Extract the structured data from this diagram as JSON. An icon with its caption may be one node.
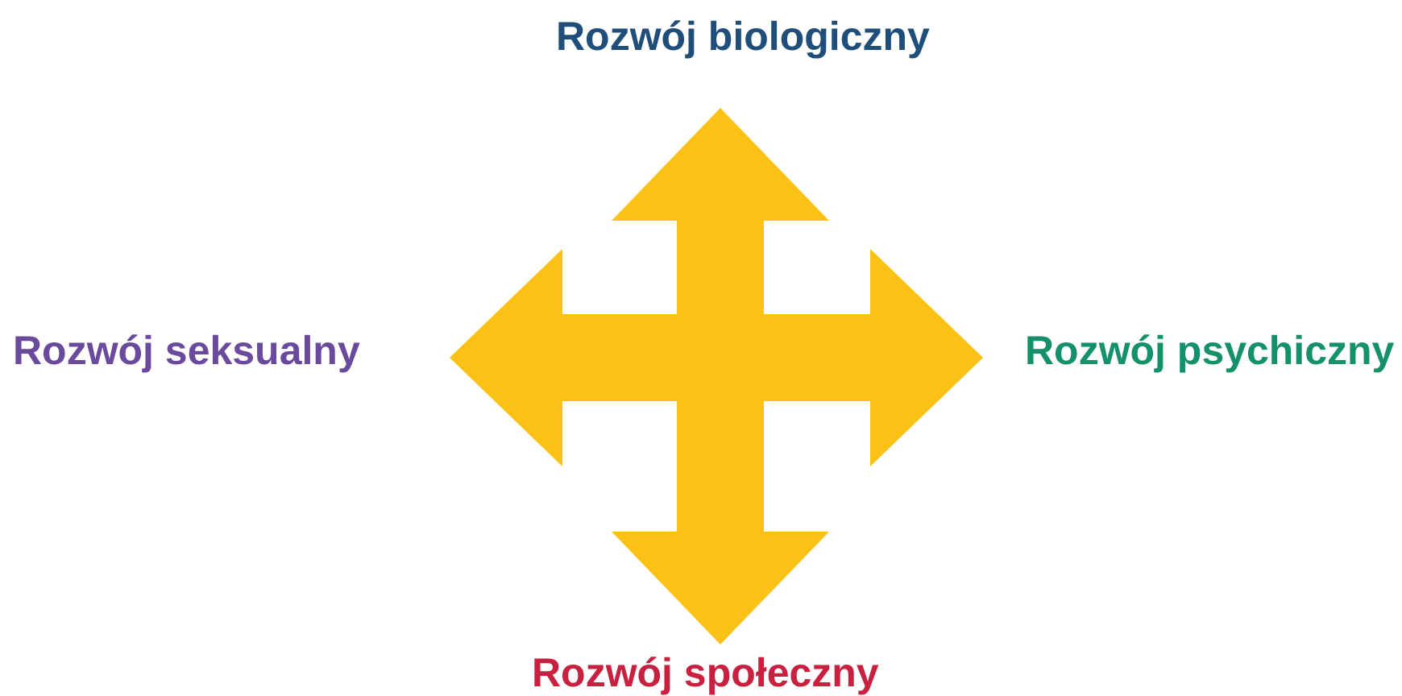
{
  "diagram": {
    "nodes": [
      {
        "text": [
          "Rozwój biologiczny"
        ]
      },
      {
        "text": [
          "Rozwój seksualny"
        ]
      },
      {
        "text": [
          "Rozwój psychiczny"
        ]
      },
      {
        "text": [
          "Rozwój społeczny"
        ]
      }
    ],
    "edges": [
      {
        "from": null,
        "to": 0,
        "arrow": "to"
      },
      {
        "from": null,
        "to": 1,
        "arrow": "to"
      },
      {
        "from": null,
        "to": 2,
        "arrow": "to"
      },
      {
        "from": null,
        "to": 3,
        "arrow": "to"
      }
    ]
  }
}
